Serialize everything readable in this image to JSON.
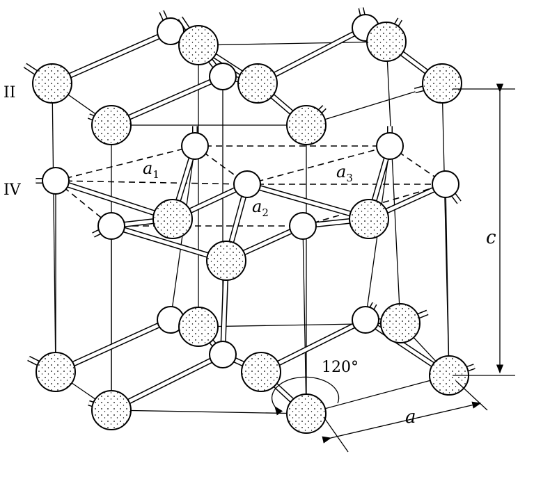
{
  "labels": {
    "layer_top": "II",
    "layer_mid": "IV",
    "a1": "a",
    "a1_sub": "1",
    "a2": "a",
    "a2_sub": "2",
    "a3": "a",
    "a3_sub": "3",
    "c": "c",
    "angle": "120°",
    "a": "a"
  },
  "colors": {
    "ink": "#000000",
    "paper": "#ffffff"
  }
}
